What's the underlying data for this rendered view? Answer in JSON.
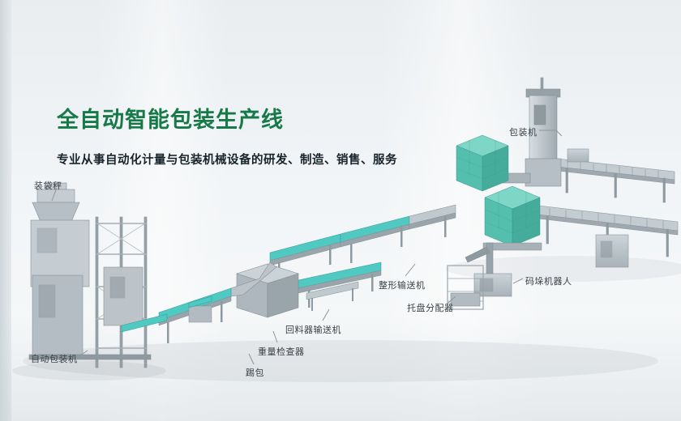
{
  "hero": {
    "title": "全自动智能包装生产线",
    "subtitle": "专业从事自动化计量与包装机械设备的研发、制造、销售、服务"
  },
  "labels": [
    {
      "id": "bagging-scale",
      "text": "装袋秤"
    },
    {
      "id": "packing-machine",
      "text": "包装机"
    },
    {
      "id": "shaping-conveyor",
      "text": "整形输送机"
    },
    {
      "id": "palletizing-robot",
      "text": "码垛机器人"
    },
    {
      "id": "pallet-dispenser",
      "text": "托盘分配器"
    },
    {
      "id": "return-conveyor",
      "text": "回料器输送机"
    },
    {
      "id": "weight-checker",
      "text": "重量检查器"
    },
    {
      "id": "bag-kicker",
      "text": "踢包"
    },
    {
      "id": "auto-packer",
      "text": "自动包装机"
    }
  ],
  "colors": {
    "title_green": "#157a48",
    "label_text": "#3a4046",
    "belt_teal": "#4fc9c2",
    "bag_stack_mint": "#62c9b5",
    "machine_gray": "#b2bbc1",
    "background_top": "#e9edf0"
  },
  "illustration": {
    "name": "automatic-packaging-production-line-3d-render"
  }
}
